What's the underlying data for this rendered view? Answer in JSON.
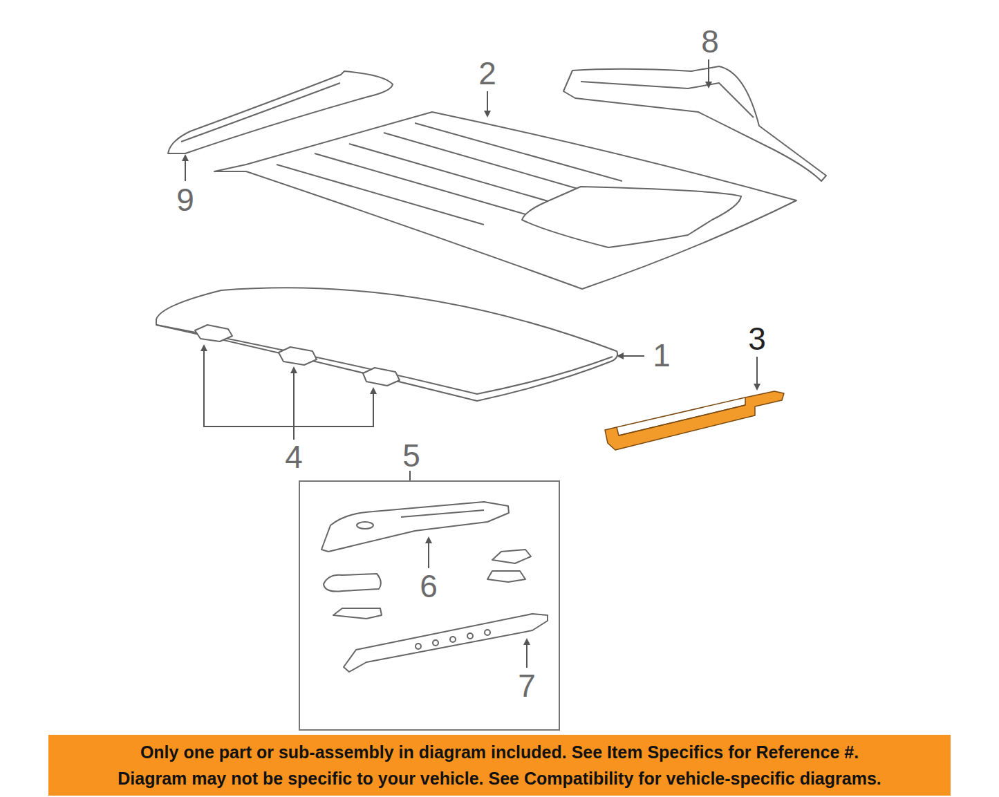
{
  "diagram": {
    "nodes": [
      {
        "text": [
          "5"
        ]
      },
      {
        "text": [
          "Only one part or sub-assembly in diagram included. See Item Specifics for Reference #.",
          "Diagram may not be specific to your vehicle. See Compatibility for vehicle-specific diagrams."
        ]
      }
    ],
    "labels": [
      "8",
      "2",
      "9",
      "3",
      "1",
      "4",
      "6",
      "7"
    ]
  }
}
